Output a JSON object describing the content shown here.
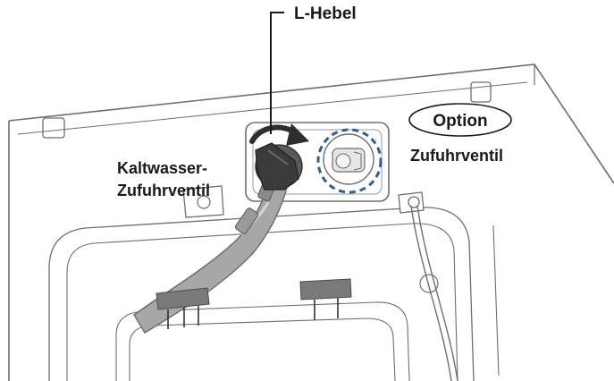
{
  "labels": {
    "lever": "L-Hebel",
    "cold_valve_line1": "Kaltwasser-",
    "cold_valve_line2": "Zufuhrventil",
    "option": "Option",
    "option_valve": "Zufuhrventil"
  },
  "colors": {
    "outline": "#6e6e6e",
    "hose": "#a7a7a7",
    "lever_dark": "#3b3b3b",
    "arrow": "#2e2e2e",
    "dashed_circle": "#2f5d93",
    "pad": "#7a7a7a"
  }
}
